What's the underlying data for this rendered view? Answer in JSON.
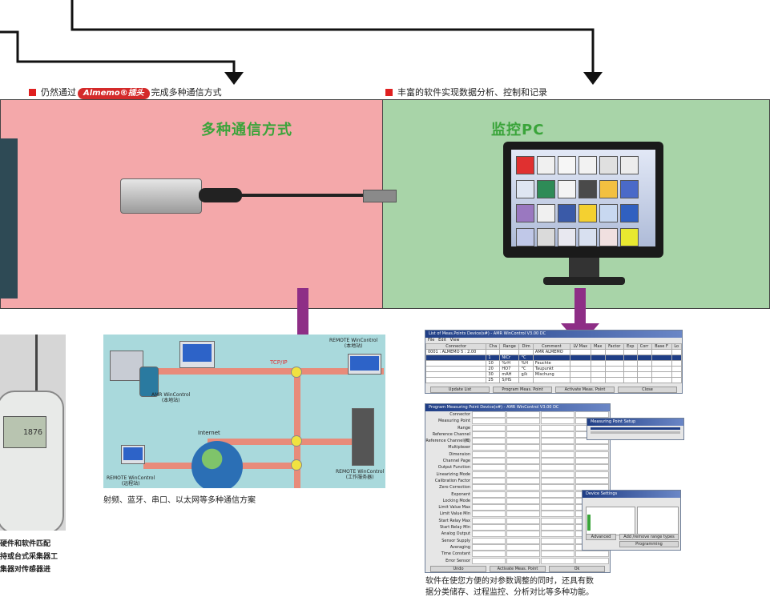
{
  "headings": {
    "left_prefix": "仍然通过",
    "left_brand": "Almemo®插头",
    "left_suffix": "完成多种通信方式",
    "right": "丰富的软件实现数据分析、控制和记录"
  },
  "panels": {
    "comm_title": "多种通信方式",
    "pc_title": "监控PC"
  },
  "network": {
    "tcpip": "TCP/IP",
    "internet": "Internet",
    "labels": [
      {
        "line1": "AMR WinControl",
        "line2": "(本地站)"
      },
      {
        "line1": "REMOTE WinControl",
        "line2": "(本地站)"
      },
      {
        "line1": "REMOTE WinControl",
        "line2": "(远程站)"
      },
      {
        "line1": "REMOTE WinControl",
        "line2": "(工作服务器)"
      }
    ]
  },
  "captions": {
    "network": "射频、蓝牙、串口、以太网等多种通信方案",
    "software_line1": "软件在使您方便的对参数调整的同时，还具有数",
    "software_line2": "据分类储存、过程监控、分析对比等多种功能。",
    "photo_line1": "硬件和软件匹配",
    "photo_line2": "持或台式采集器工",
    "photo_line3": "集器对传感器进"
  },
  "photo": {
    "display_value": "1876"
  },
  "software": {
    "list_window": {
      "title": "List of Meas.Points Device(s#) - AMR WinControl V3.00 DC",
      "menu": [
        "File",
        "Edit",
        "View"
      ],
      "headers": [
        "Connector",
        "Cha",
        "Range",
        "Dim",
        "Comment",
        "LV Max",
        "Max",
        "Factor",
        "Exp",
        "Corr",
        "Base F",
        "Lo"
      ],
      "device_row": "0001 : ALMEMO 5 : 2.00",
      "device_comment": "AMR ALMEMO",
      "rows": [
        {
          "no": "1",
          "range": "NiCr",
          "dim": "°C",
          "comment": ""
        },
        {
          "no": "10",
          "range": "%rH",
          "dim": "%H",
          "comment": "Feuchte"
        },
        {
          "no": "20",
          "range": "HO7",
          "dim": "°C",
          "comment": "Taupunkt"
        },
        {
          "no": "30",
          "range": "mAH",
          "dim": "g/k",
          "comment": "Mischung"
        },
        {
          "no": "",
          "range": "",
          "dim": "",
          "comment": ""
        },
        {
          "no": "25",
          "range": "S/HS",
          "dim": "",
          "comment": ""
        }
      ],
      "buttons": [
        "Update List",
        "Program Meas. Point",
        "Activate Meas. Point",
        "Close"
      ]
    },
    "form_window": {
      "title": "Program Measuring Point Device(s#) - AMR WinControl V3.00 DC",
      "fields": [
        "Connector",
        "Measuring Point",
        "Range",
        "Reference Channel (M)",
        "Reference Channel (L)",
        "Multiplexer",
        "Dimension",
        "Channel Page",
        "Output Function",
        "Linearizing Mode",
        "Calibration Factor",
        "Zero Correction",
        "Exponent",
        "Locking Mode",
        "Limit Value Max",
        "Limit Value Min",
        "Start Relay Max",
        "Start Relay Min",
        "Analog Output",
        "Sensor Supply",
        "Averaging",
        "Time Constant",
        "Error Sensor"
      ],
      "buttons": [
        "Undo",
        "Activate Meas. Point",
        "Ok"
      ]
    },
    "popup_window": {
      "title": "Measuring Point Setup"
    },
    "small_window": {
      "title": "Device Settings",
      "buttons": [
        "Advanced",
        "Add /remove range types",
        "Programming"
      ]
    }
  }
}
